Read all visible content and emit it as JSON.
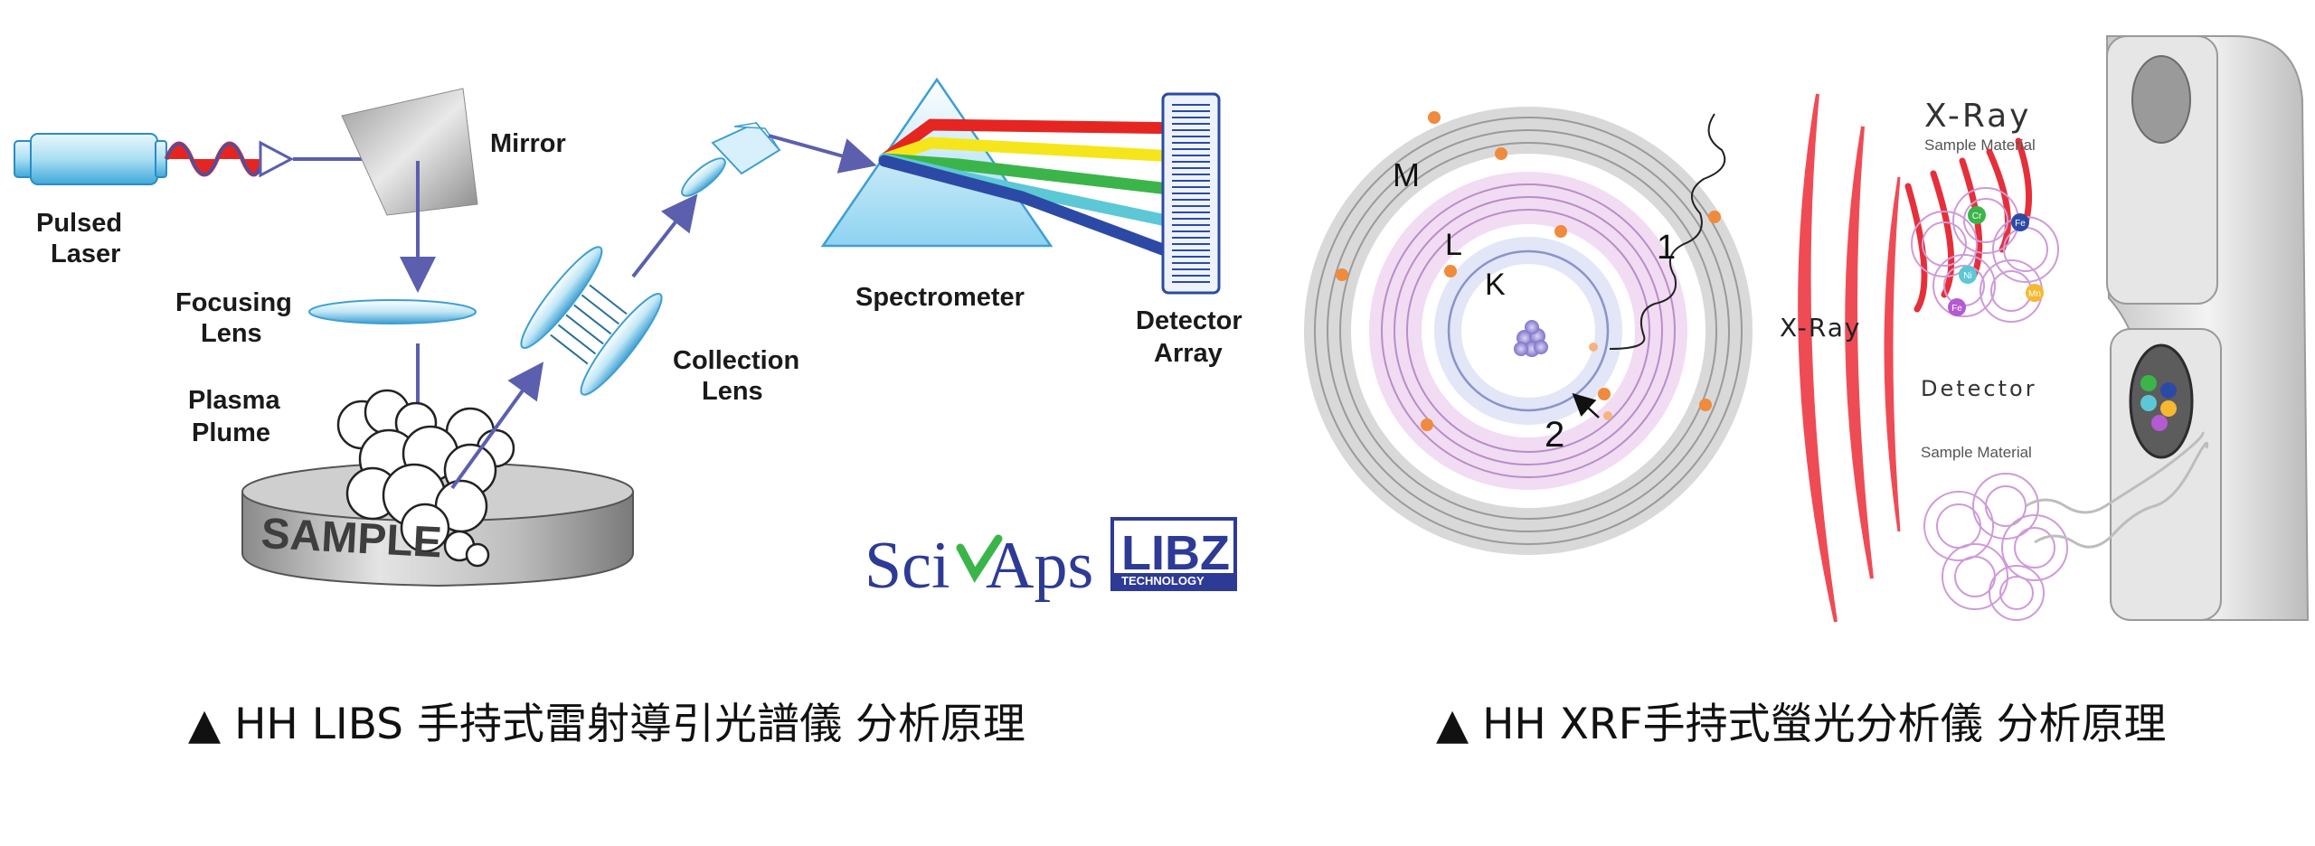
{
  "libs": {
    "labels": {
      "pulsed": "Pulsed",
      "laser": "Laser",
      "mirror": "Mirror",
      "focusing": "Focusing",
      "focusing_lens": "Lens",
      "plasma": "Plasma",
      "plume": "Plume",
      "sample": "SAMPLE",
      "collection": "Collection",
      "collection_lens": "Lens",
      "spectrometer": "Spectrometer",
      "detector": "Detector",
      "array": "Array"
    },
    "spectrum_colors": [
      "#e52521",
      "#f5e61c",
      "#3bb54a",
      "#5cc8d6",
      "#2c4aa5"
    ],
    "beam_color": "#5b5fae"
  },
  "logos": {
    "sciaps_left": "Sci",
    "sciaps_right": "Aps",
    "libz": "LIBZ",
    "libz_sub": "TECHNOLOGY"
  },
  "xrf": {
    "shells": {
      "m": "M",
      "l": "L",
      "k": "K"
    },
    "transitions": {
      "one": "1",
      "two": "2"
    },
    "xray_center": "X-Ray",
    "xray_top": "X-Ray",
    "sample_material_top": "Sample Material",
    "detector": "Detector",
    "sample_material_bottom": "Sample Material",
    "elements": [
      "Cr",
      "Fe",
      "Ni",
      "Mn",
      "Fe"
    ]
  },
  "captions": {
    "left": "▲ HH LIBS 手持式雷射導引光譜儀 分析原理",
    "right": "▲ HH XRF手持式螢光分析儀 分析原理"
  }
}
